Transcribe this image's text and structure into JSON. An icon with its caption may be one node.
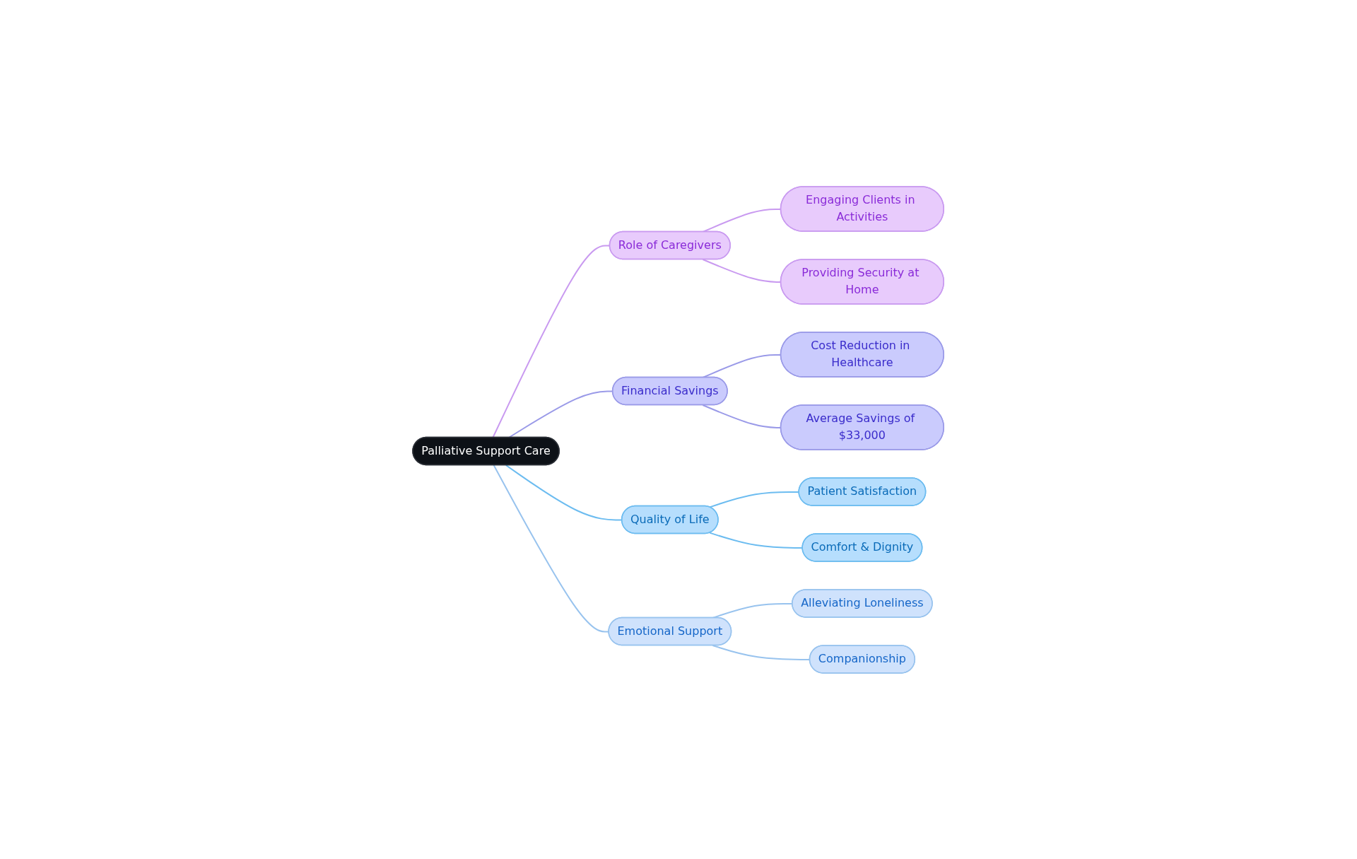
{
  "diagram": {
    "nodes": [
      {
        "text": [
          "Palliative Support Care"
        ]
      },
      {
        "text": [
          "Role of Caregivers"
        ]
      },
      {
        "text": [
          "Engaging Clients in Activities"
        ]
      },
      {
        "text": [
          "Providing Security at Home"
        ]
      },
      {
        "text": [
          "Financial Savings"
        ]
      },
      {
        "text": [
          "Cost Reduction in Healthcare"
        ]
      },
      {
        "text": [
          "Average Savings of $33,000"
        ]
      },
      {
        "text": [
          "Quality of Life"
        ]
      },
      {
        "text": [
          "Patient Satisfaction"
        ]
      },
      {
        "text": [
          "Comfort & Dignity"
        ]
      },
      {
        "text": [
          "Emotional Support"
        ]
      },
      {
        "text": [
          "Alleviating Loneliness"
        ]
      },
      {
        "text": [
          "Companionship"
        ]
      }
    ],
    "edges": [
      {
        "from": 0,
        "to": 1,
        "arrow": "none",
        "color": "#c99af0"
      },
      {
        "from": 1,
        "to": 2,
        "arrow": "none",
        "color": "#c99af0"
      },
      {
        "from": 1,
        "to": 3,
        "arrow": "none",
        "color": "#c99af0"
      },
      {
        "from": 0,
        "to": 4,
        "arrow": "none",
        "color": "#9a9ae8"
      },
      {
        "from": 4,
        "to": 5,
        "arrow": "none",
        "color": "#9a9ae8"
      },
      {
        "from": 4,
        "to": 6,
        "arrow": "none",
        "color": "#9a9ae8"
      },
      {
        "from": 0,
        "to": 7,
        "arrow": "none",
        "color": "#6cbcf0"
      },
      {
        "from": 7,
        "to": 8,
        "arrow": "none",
        "color": "#6cbcf0"
      },
      {
        "from": 7,
        "to": 9,
        "arrow": "none",
        "color": "#6cbcf0"
      },
      {
        "from": 0,
        "to": 10,
        "arrow": "none",
        "color": "#98c3ee"
      },
      {
        "from": 10,
        "to": 11,
        "arrow": "none",
        "color": "#98c3ee"
      },
      {
        "from": 10,
        "to": 12,
        "arrow": "none",
        "color": "#98c3ee"
      }
    ]
  }
}
